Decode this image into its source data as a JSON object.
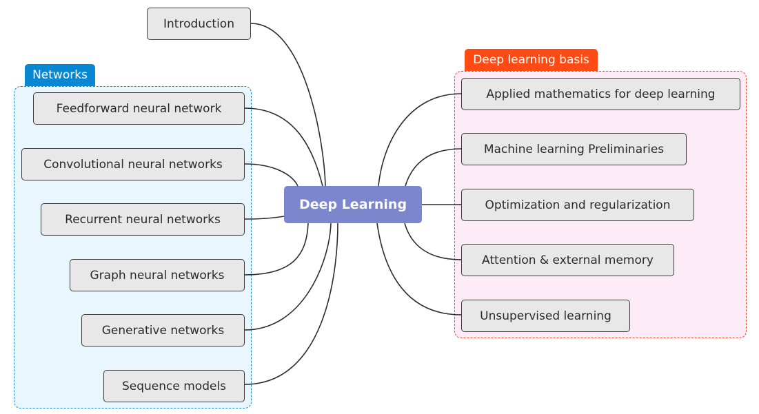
{
  "center": {
    "label": "Deep Learning"
  },
  "intro": {
    "label": "Introduction"
  },
  "groups": {
    "networks": {
      "title": "Networks",
      "items": [
        "Feedforward neural network",
        "Convolutional neural networks",
        "Recurrent neural networks",
        "Graph neural networks",
        "Generative networks",
        "Sequence models"
      ]
    },
    "basis": {
      "title": "Deep learning basis",
      "items": [
        "Applied mathematics for deep learning",
        "Machine learning Preliminaries",
        "Optimization and regularization",
        "Attention & external memory",
        "Unsupervised learning"
      ]
    }
  },
  "colors": {
    "center_fill": "#7b86cc",
    "node_fill": "#e8e8e8",
    "networks_accent": "#0a87d2",
    "networks_fill": "#eaf6fd",
    "basis_accent": "#fe4b14",
    "basis_fill": "#fdecf7",
    "connector": "#2b2b2b"
  }
}
